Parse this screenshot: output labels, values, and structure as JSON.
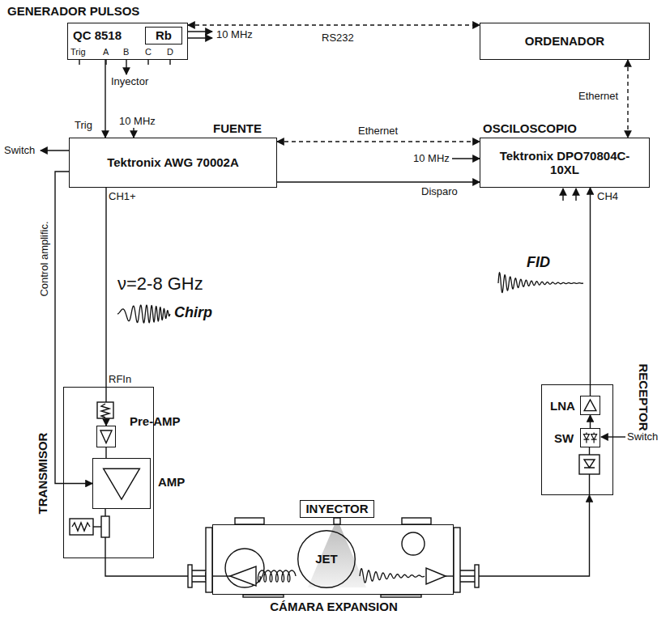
{
  "diagram": {
    "nodes": [
      {
        "text": [
          "GENERADOR PULSOS",
          "QC 8518"
        ]
      },
      {
        "text": [
          "Rb"
        ],
        "in": 0
      },
      {
        "text": [
          "ORDENADOR"
        ]
      },
      {
        "text": [
          "FUENTE",
          "Tektronix AWG 70002A"
        ]
      },
      {
        "text": [
          "OSCILOSCOPIO",
          "Tektronix DPO70804C-10XL"
        ]
      },
      {
        "text": [
          "TRANSMISOR"
        ]
      },
      {
        "text": [
          "Pre-AMP"
        ],
        "in": 5
      },
      {
        "text": [
          "AMP"
        ],
        "in": 5
      },
      {
        "text": [
          "RECEPTOR"
        ]
      },
      {
        "text": [
          "LNA"
        ],
        "in": 8
      },
      {
        "text": [
          "SW"
        ],
        "in": 8
      },
      {
        "text": [
          "INYECTOR"
        ]
      },
      {
        "text": [
          "CÁMARA EXPANSION"
        ]
      },
      {
        "text": [
          "JET"
        ],
        "in": 12
      }
    ],
    "edges": [
      {
        "from": 0,
        "to": 2,
        "label": "RS232",
        "arrow": "both"
      },
      {
        "from": 0,
        "to": 3,
        "label": "Trig",
        "arrow": "to"
      },
      {
        "from": 3,
        "to": 4,
        "label": "Ethernet",
        "arrow": "both"
      },
      {
        "from": 2,
        "to": 4,
        "label": "Ethernet",
        "arrow": "both"
      },
      {
        "from": 3,
        "to": 4,
        "label": "Disparo",
        "arrow": "to"
      },
      {
        "from": 3,
        "to": 6,
        "arrow": "to"
      },
      {
        "from": 3,
        "to": 7,
        "label": "Control amplific.",
        "arrow": "to"
      },
      {
        "from": 6,
        "to": 7,
        "arrow": "none"
      },
      {
        "from": 5,
        "to": 12,
        "arrow": "to"
      },
      {
        "from": 12,
        "to": 8,
        "arrow": "to"
      },
      {
        "from": 10,
        "to": 9,
        "arrow": "to"
      },
      {
        "from": 9,
        "to": 4,
        "label": "CH4",
        "arrow": "to"
      }
    ],
    "labels": [
      "Trig",
      "A",
      "B",
      "C",
      "D",
      "10 MHz",
      "Inyector",
      "10 MHz",
      "Switch",
      "10 MHz",
      "CH1+",
      "ν=2-8 GHz",
      "Chirp",
      "RFIn",
      "FID",
      "Switch"
    ]
  }
}
